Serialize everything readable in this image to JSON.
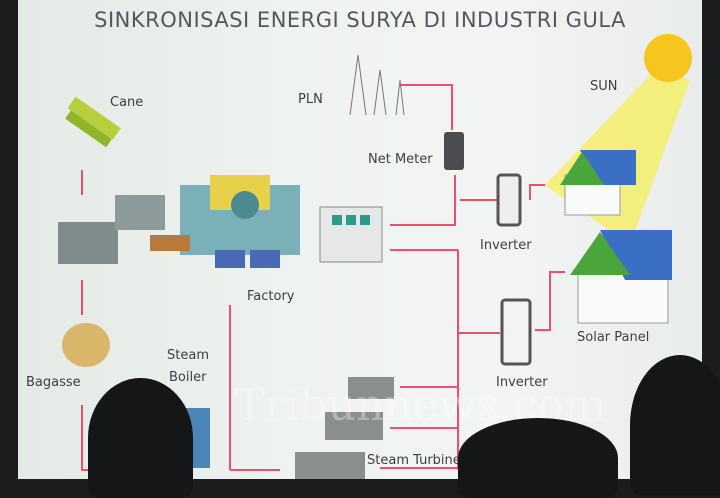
{
  "title": "SINKRONISASI ENERGI SURYA DI INDUSTRI GULA",
  "labels": {
    "cane": "Cane",
    "pln": "PLN",
    "sun": "SUN",
    "net_meter": "Net Meter",
    "inverter_1": "Inverter",
    "factory": "Factory",
    "solar_panel": "Solar Panel",
    "steam": "Steam",
    "boiler": "Boiler",
    "bagasse": "Bagasse",
    "inverter_2": "Inverter",
    "steam_turbine": "Steam Turbine"
  },
  "watermark": "Tribunnews.com",
  "colors": {
    "arrow": "#ef4f6c",
    "sun": "#f7c51e",
    "beam": "#f4ee6a",
    "panel": "#3b6fc4"
  }
}
